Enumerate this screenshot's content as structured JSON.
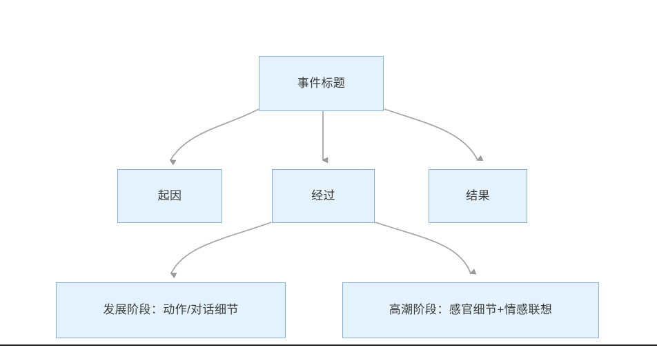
{
  "diagram": {
    "type": "flowchart",
    "title": "事件标题",
    "theme": {
      "node_fill": "#e4f2fd",
      "node_border": "#85b0ec",
      "node_text": "#3c3c3c",
      "edge_color": "#a0a0a0",
      "background": "#ffffff",
      "rule_color": "#2b2b2b"
    },
    "nodes": [
      {
        "id": "root",
        "label": "事件标题"
      },
      {
        "id": "cause",
        "label": "起因"
      },
      {
        "id": "proc",
        "label": "经过"
      },
      {
        "id": "result",
        "label": "结果"
      },
      {
        "id": "dev",
        "label": "发展阶段：动作/对话细节"
      },
      {
        "id": "climax",
        "label": "高潮阶段：感官细节+情感联想"
      }
    ],
    "edges": [
      {
        "from": "root",
        "to": "cause",
        "style": "curved",
        "arrow": "end"
      },
      {
        "from": "root",
        "to": "proc",
        "style": "straight",
        "arrow": "end"
      },
      {
        "from": "root",
        "to": "result",
        "style": "curved",
        "arrow": "end"
      },
      {
        "from": "proc",
        "to": "dev",
        "style": "curved",
        "arrow": "end"
      },
      {
        "from": "proc",
        "to": "climax",
        "style": "curved",
        "arrow": "end"
      }
    ]
  }
}
